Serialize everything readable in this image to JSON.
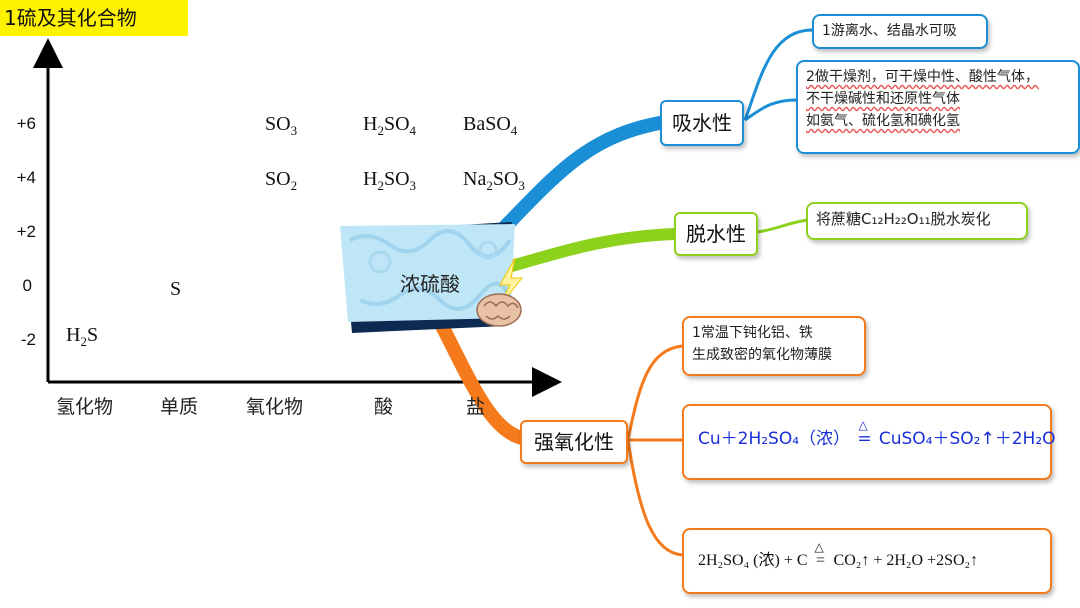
{
  "title": "1硫及其化合物",
  "y_ticks": [
    "+6",
    "+4",
    "+2",
    "0",
    "-2"
  ],
  "x_categories": [
    "氢化物",
    "单质",
    "氧化物",
    "酸",
    "盐"
  ],
  "formulas": {
    "h2s": [
      "H",
      "2",
      "S"
    ],
    "s": "S",
    "so3": [
      "SO",
      "3"
    ],
    "so2": [
      "SO",
      "2"
    ],
    "h2so4": [
      "H",
      "2",
      "SO",
      "4"
    ],
    "h2so3": [
      "H",
      "2",
      "SO",
      "3"
    ],
    "baso4": [
      "BaSO",
      "4"
    ],
    "na2so3": [
      "Na",
      "2",
      "SO",
      "3"
    ]
  },
  "center": {
    "label": "浓硫酸"
  },
  "branches": {
    "absorb": {
      "label": "吸水性",
      "color": "#1a8fd6",
      "leaf1": "1游离水、结晶水可吸",
      "leaf2_lines": [
        "2做干燥剂，可干燥中性、酸性气体，",
        "不干燥碱性和还原性气体",
        "如氨气、硫化氢和碘化氢"
      ]
    },
    "dehydrate": {
      "label": "脱水性",
      "color": "#8cd11c",
      "leaf1": "将蔗糖C₁₂H₂₂O₁₁脱水炭化"
    },
    "oxidize": {
      "label": "强氧化性",
      "color": "#f47a1c",
      "leaf1_lines": [
        "1常温下钝化铝、铁",
        "生成致密的氧化物薄膜"
      ],
      "eq1": {
        "lhs": "Cu＋2H₂SO₄（浓）",
        "cond": "△",
        "sign": "=",
        "rhs": "CuSO₄＋SO₂↑＋2H₂O"
      },
      "eq2": {
        "lhs": "2H₂SO₄ (浓) + C",
        "cond": "△",
        "sign": "=",
        "rhs": "CO₂↑ + 2H₂O +2SO₂↑"
      }
    }
  }
}
